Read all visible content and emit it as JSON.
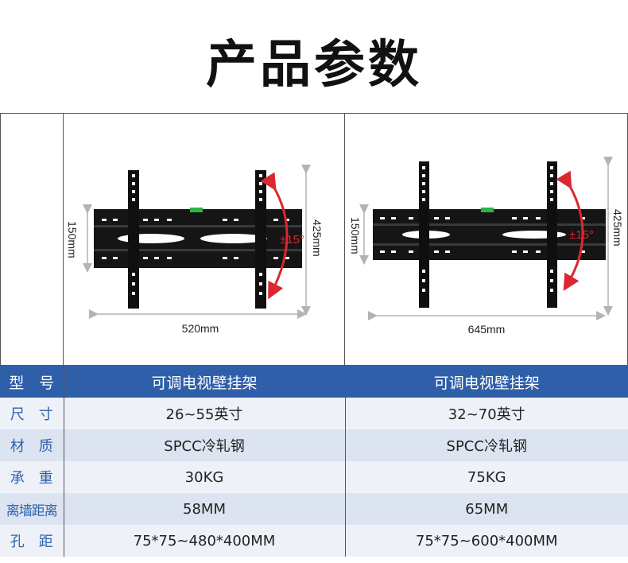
{
  "page": {
    "title": "产品参数"
  },
  "products": [
    {
      "width_label": "520mm",
      "height_label": "150mm",
      "total_height_label": "425mm",
      "tilt_label": "±15°"
    },
    {
      "width_label": "645mm",
      "height_label": "150mm",
      "total_height_label": "425mm",
      "tilt_label": "±15°"
    }
  ],
  "specs": {
    "rows": [
      {
        "label": "型　号",
        "left": "可调电视壁挂架",
        "right": "可调电视壁挂架"
      },
      {
        "label": "尺　寸",
        "left": "26~55英寸",
        "right": "32~70英寸"
      },
      {
        "label": "材　质",
        "left": "SPCC冷轧钢",
        "right": "SPCC冷轧钢"
      },
      {
        "label": "承　重",
        "left": "30KG",
        "right": "75KG"
      },
      {
        "label": "离墙距离",
        "left": "58MM",
        "right": "65MM"
      },
      {
        "label": "孔　距",
        "left": "75*75~480*400MM",
        "right": "75*75~600*400MM"
      }
    ]
  },
  "colors": {
    "header_blue": "#2f5fa8",
    "label_blue": "#2e62b0",
    "tilt_red": "#d9282f",
    "dimension_gray": "#b3b3b3"
  }
}
